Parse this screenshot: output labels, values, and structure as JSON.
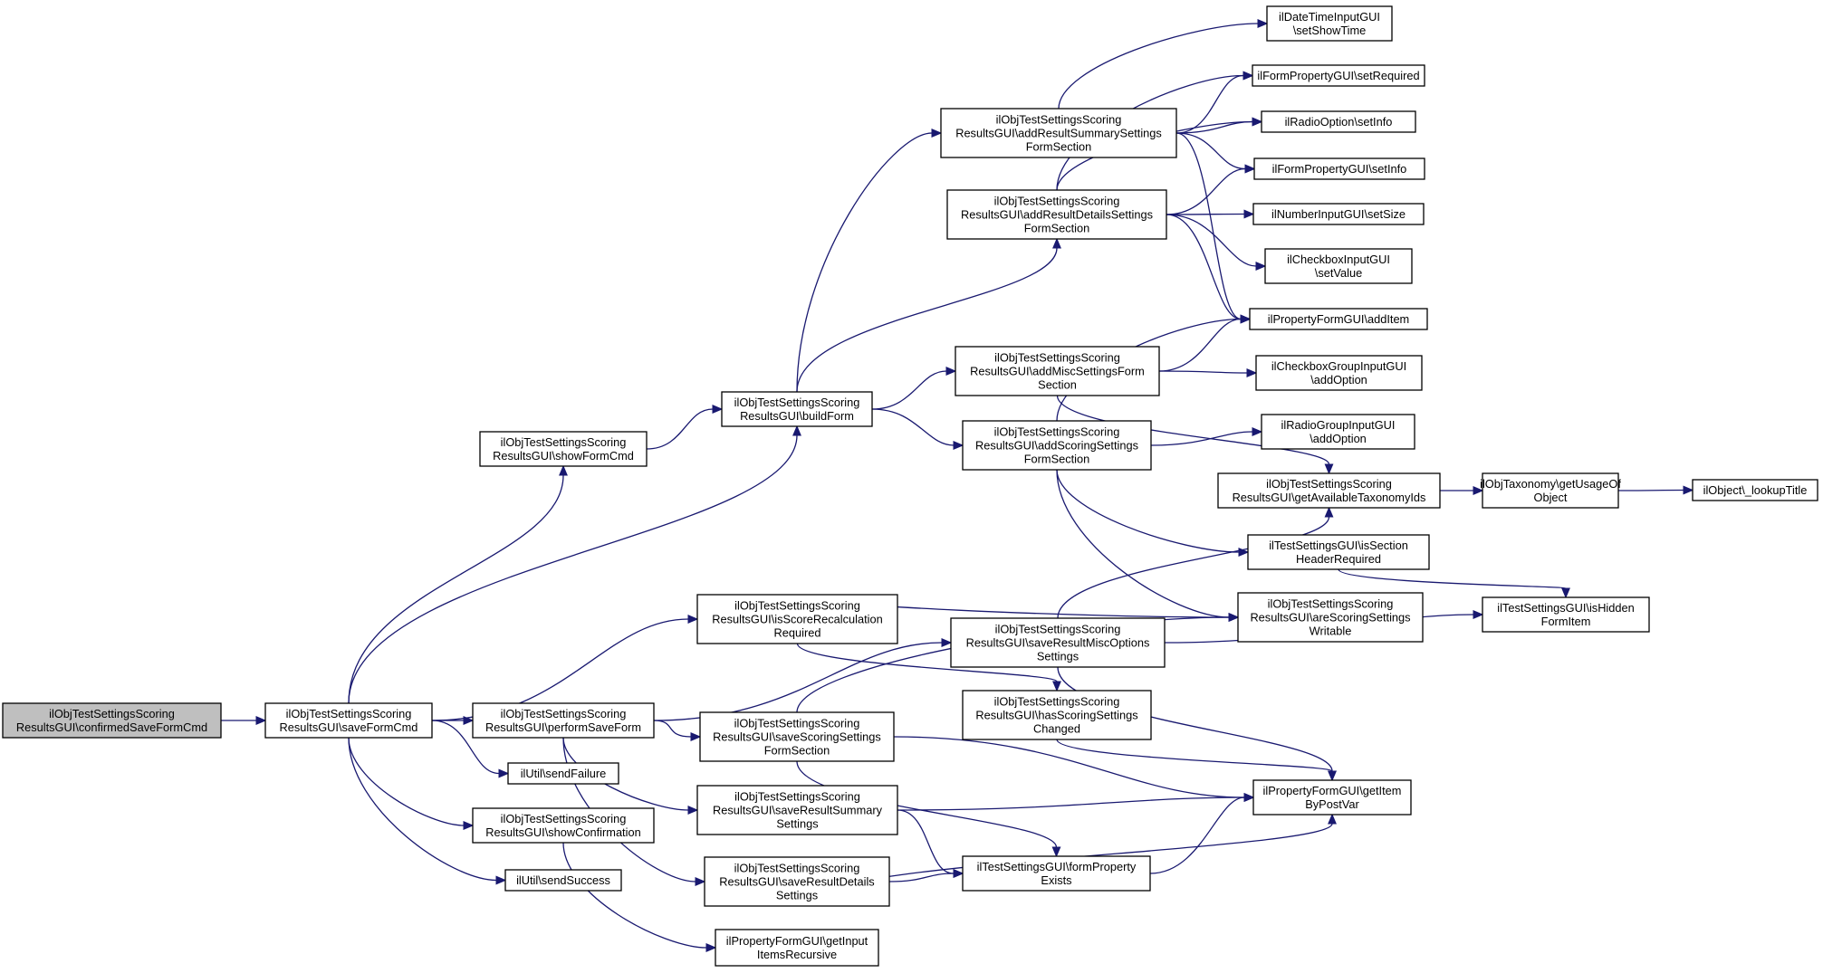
{
  "diagram": {
    "type": "call-graph",
    "colors": {
      "edge": "#191970",
      "node_fill": "#ffffff",
      "root_fill": "#bfbfbf",
      "node_border": "#000000",
      "text": "#000000"
    },
    "nodes": [
      {
        "id": "confirmedSaveFormCmd",
        "lines": [
          "ilObjTestSettingsScoring",
          "ResultsGUI\\confirmedSaveFormCmd"
        ],
        "root": true
      },
      {
        "id": "saveFormCmd",
        "lines": [
          "ilObjTestSettingsScoring",
          "ResultsGUI\\saveFormCmd"
        ]
      },
      {
        "id": "showFormCmd",
        "lines": [
          "ilObjTestSettingsScoring",
          "ResultsGUI\\showFormCmd"
        ]
      },
      {
        "id": "buildForm",
        "lines": [
          "ilObjTestSettingsScoring",
          "ResultsGUI\\buildForm"
        ]
      },
      {
        "id": "isScoreRecalculationRequired",
        "lines": [
          "ilObjTestSettingsScoring",
          "ResultsGUI\\isScoreRecalculation",
          "Required"
        ]
      },
      {
        "id": "performSaveForm",
        "lines": [
          "ilObjTestSettingsScoring",
          "ResultsGUI\\performSaveForm"
        ]
      },
      {
        "id": "sendFailure",
        "lines": [
          "ilUtil\\sendFailure"
        ]
      },
      {
        "id": "showConfirmation",
        "lines": [
          "ilObjTestSettingsScoring",
          "ResultsGUI\\showConfirmation"
        ]
      },
      {
        "id": "sendSuccess",
        "lines": [
          "ilUtil\\sendSuccess"
        ]
      },
      {
        "id": "addResultSummarySettingsFormSection",
        "lines": [
          "ilObjTestSettingsScoring",
          "ResultsGUI\\addResultSummarySettings",
          "FormSection"
        ]
      },
      {
        "id": "addResultDetailsSettingsFormSection",
        "lines": [
          "ilObjTestSettingsScoring",
          "ResultsGUI\\addResultDetailsSettings",
          "FormSection"
        ]
      },
      {
        "id": "addMiscSettingsFormSection",
        "lines": [
          "ilObjTestSettingsScoring",
          "ResultsGUI\\addMiscSettingsForm",
          "Section"
        ]
      },
      {
        "id": "addScoringSettingsFormSection",
        "lines": [
          "ilObjTestSettingsScoring",
          "ResultsGUI\\addScoringSettings",
          "FormSection"
        ]
      },
      {
        "id": "saveResultMiscOptionsSettings",
        "lines": [
          "ilObjTestSettingsScoring",
          "ResultsGUI\\saveResultMiscOptions",
          "Settings"
        ]
      },
      {
        "id": "saveScoringSettingsFormSection",
        "lines": [
          "ilObjTestSettingsScoring",
          "ResultsGUI\\saveScoringSettings",
          "FormSection"
        ]
      },
      {
        "id": "saveResultSummarySettings",
        "lines": [
          "ilObjTestSettingsScoring",
          "ResultsGUI\\saveResultSummary",
          "Settings"
        ]
      },
      {
        "id": "saveResultDetailsSettings",
        "lines": [
          "ilObjTestSettingsScoring",
          "ResultsGUI\\saveResultDetails",
          "Settings"
        ]
      },
      {
        "id": "getInputItemsRecursive",
        "lines": [
          "ilPropertyFormGUI\\getInput",
          "ItemsRecursive"
        ]
      },
      {
        "id": "hasScoringSettingsChanged",
        "lines": [
          "ilObjTestSettingsScoring",
          "ResultsGUI\\hasScoringSettings",
          "Changed"
        ]
      },
      {
        "id": "formPropertyExists",
        "lines": [
          "ilTestSettingsGUI\\formProperty",
          "Exists"
        ]
      },
      {
        "id": "setShowTime",
        "lines": [
          "ilDateTimeInputGUI",
          "\\setShowTime"
        ]
      },
      {
        "id": "setRequired",
        "lines": [
          "ilFormPropertyGUI\\setRequired"
        ]
      },
      {
        "id": "radioSetInfo",
        "lines": [
          "ilRadioOption\\setInfo"
        ]
      },
      {
        "id": "formPropSetInfo",
        "lines": [
          "ilFormPropertyGUI\\setInfo"
        ]
      },
      {
        "id": "setSize",
        "lines": [
          "ilNumberInputGUI\\setSize"
        ]
      },
      {
        "id": "setValue",
        "lines": [
          "ilCheckboxInputGUI",
          "\\setValue"
        ]
      },
      {
        "id": "addItem",
        "lines": [
          "ilPropertyFormGUI\\addItem"
        ]
      },
      {
        "id": "checkboxGroupAddOption",
        "lines": [
          "ilCheckboxGroupInputGUI",
          "\\addOption"
        ]
      },
      {
        "id": "radioGroupAddOption",
        "lines": [
          "ilRadioGroupInputGUI",
          "\\addOption"
        ]
      },
      {
        "id": "getAvailableTaxonomyIds",
        "lines": [
          "ilObjTestSettingsScoring",
          "ResultsGUI\\getAvailableTaxonomyIds"
        ]
      },
      {
        "id": "isSectionHeaderRequired",
        "lines": [
          "ilTestSettingsGUI\\isSection",
          "HeaderRequired"
        ]
      },
      {
        "id": "areScoringSettingsWritable",
        "lines": [
          "ilObjTestSettingsScoring",
          "ResultsGUI\\areScoringSettings",
          "Writable"
        ]
      },
      {
        "id": "getItemByPostVar",
        "lines": [
          "ilPropertyFormGUI\\getItem",
          "ByPostVar"
        ]
      },
      {
        "id": "getUsageOfObject",
        "lines": [
          "ilObjTaxonomy\\getUsageOf",
          "Object"
        ]
      },
      {
        "id": "lookupTitle",
        "lines": [
          "ilObject\\_lookupTitle"
        ]
      },
      {
        "id": "isHiddenFormItem",
        "lines": [
          "ilTestSettingsGUI\\isHidden",
          "FormItem"
        ]
      }
    ],
    "edges": [
      [
        "confirmedSaveFormCmd",
        "saveFormCmd"
      ],
      [
        "saveFormCmd",
        "showFormCmd"
      ],
      [
        "saveFormCmd",
        "buildForm"
      ],
      [
        "saveFormCmd",
        "isScoreRecalculationRequired"
      ],
      [
        "saveFormCmd",
        "performSaveForm"
      ],
      [
        "saveFormCmd",
        "sendFailure"
      ],
      [
        "saveFormCmd",
        "showConfirmation"
      ],
      [
        "saveFormCmd",
        "sendSuccess"
      ],
      [
        "showFormCmd",
        "buildForm"
      ],
      [
        "buildForm",
        "addResultSummarySettingsFormSection"
      ],
      [
        "buildForm",
        "addResultDetailsSettingsFormSection"
      ],
      [
        "buildForm",
        "addMiscSettingsFormSection"
      ],
      [
        "buildForm",
        "addScoringSettingsFormSection"
      ],
      [
        "addResultSummarySettingsFormSection",
        "setShowTime"
      ],
      [
        "addResultSummarySettingsFormSection",
        "setRequired"
      ],
      [
        "addResultSummarySettingsFormSection",
        "radioSetInfo"
      ],
      [
        "addResultSummarySettingsFormSection",
        "formPropSetInfo"
      ],
      [
        "addResultSummarySettingsFormSection",
        "addItem"
      ],
      [
        "addResultDetailsSettingsFormSection",
        "setRequired"
      ],
      [
        "addResultDetailsSettingsFormSection",
        "radioSetInfo"
      ],
      [
        "addResultDetailsSettingsFormSection",
        "formPropSetInfo"
      ],
      [
        "addResultDetailsSettingsFormSection",
        "setSize"
      ],
      [
        "addResultDetailsSettingsFormSection",
        "setValue"
      ],
      [
        "addResultDetailsSettingsFormSection",
        "addItem"
      ],
      [
        "addMiscSettingsFormSection",
        "addItem"
      ],
      [
        "addMiscSettingsFormSection",
        "checkboxGroupAddOption"
      ],
      [
        "addMiscSettingsFormSection",
        "getAvailableTaxonomyIds"
      ],
      [
        "addScoringSettingsFormSection",
        "addItem"
      ],
      [
        "addScoringSettingsFormSection",
        "radioGroupAddOption"
      ],
      [
        "addScoringSettingsFormSection",
        "isSectionHeaderRequired"
      ],
      [
        "addScoringSettingsFormSection",
        "areScoringSettingsWritable"
      ],
      [
        "getAvailableTaxonomyIds",
        "getUsageOfObject"
      ],
      [
        "getUsageOfObject",
        "lookupTitle"
      ],
      [
        "isSectionHeaderRequired",
        "isHiddenFormItem"
      ],
      [
        "isScoreRecalculationRequired",
        "areScoringSettingsWritable"
      ],
      [
        "isScoreRecalculationRequired",
        "hasScoringSettingsChanged"
      ],
      [
        "performSaveForm",
        "saveResultMiscOptionsSettings"
      ],
      [
        "performSaveForm",
        "saveScoringSettingsFormSection"
      ],
      [
        "performSaveForm",
        "saveResultSummarySettings"
      ],
      [
        "performSaveForm",
        "saveResultDetailsSettings"
      ],
      [
        "saveResultMiscOptionsSettings",
        "getAvailableTaxonomyIds"
      ],
      [
        "saveResultMiscOptionsSettings",
        "isHiddenFormItem"
      ],
      [
        "saveResultMiscOptionsSettings",
        "getItemByPostVar"
      ],
      [
        "saveScoringSettingsFormSection",
        "areScoringSettingsWritable"
      ],
      [
        "saveScoringSettingsFormSection",
        "getItemByPostVar"
      ],
      [
        "saveScoringSettingsFormSection",
        "formPropertyExists"
      ],
      [
        "saveResultSummarySettings",
        "getItemByPostVar"
      ],
      [
        "saveResultSummarySettings",
        "formPropertyExists"
      ],
      [
        "saveResultDetailsSettings",
        "formPropertyExists"
      ],
      [
        "saveResultDetailsSettings",
        "getItemByPostVar"
      ],
      [
        "hasScoringSettingsChanged",
        "getItemByPostVar"
      ],
      [
        "formPropertyExists",
        "getItemByPostVar"
      ],
      [
        "showConfirmation",
        "getInputItemsRecursive"
      ]
    ]
  }
}
